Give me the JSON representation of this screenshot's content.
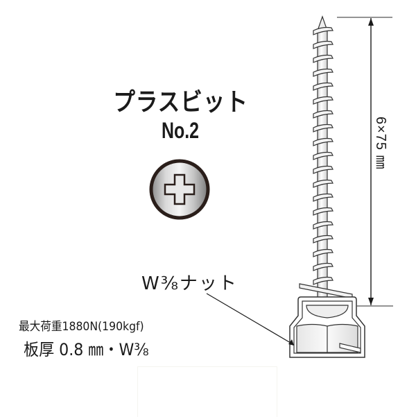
{
  "product": {
    "bit_type": "プラスビット",
    "bit_size": "No.2",
    "bit_icon": "phillips-cross-icon",
    "nut_label": "W⅜ナット",
    "max_load": "最大荷重1880N(190kgf)",
    "plate_spec": "板厚 0.8 ㎜・W⅜",
    "screw_dimension": "6×75 ㎜"
  },
  "colors": {
    "outline": "#1a1a1a",
    "metal_light": "#f2f2f2",
    "metal_mid": "#c8c8c8",
    "metal_dark": "#8a8a8a",
    "background": "#ffffff"
  }
}
